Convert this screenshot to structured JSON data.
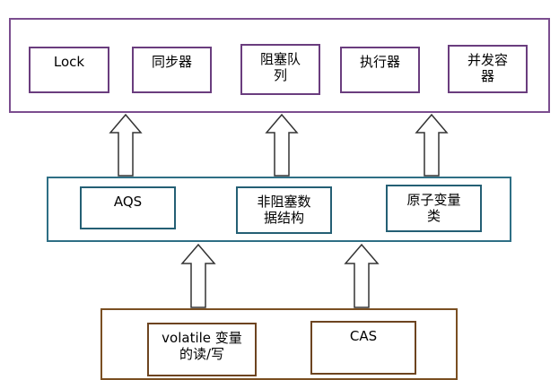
{
  "top_layer": {
    "items": [
      {
        "label": "Lock"
      },
      {
        "label": "同步器"
      },
      {
        "label": "阻塞队\n列"
      },
      {
        "label": "执行器"
      },
      {
        "label": "并发容\n器"
      }
    ]
  },
  "middle_layer": {
    "items": [
      {
        "label": "AQS"
      },
      {
        "label": "非阻塞数\n据结构"
      },
      {
        "label": "原子变量\n类"
      }
    ]
  },
  "bottom_layer": {
    "items": [
      {
        "label": "volatile 变量\n的读/写"
      },
      {
        "label": "CAS"
      }
    ]
  },
  "colors": {
    "top": "#7b4d8f",
    "middle": "#2e6f85",
    "bottom": "#7a4f22",
    "arrow": "#333333"
  }
}
